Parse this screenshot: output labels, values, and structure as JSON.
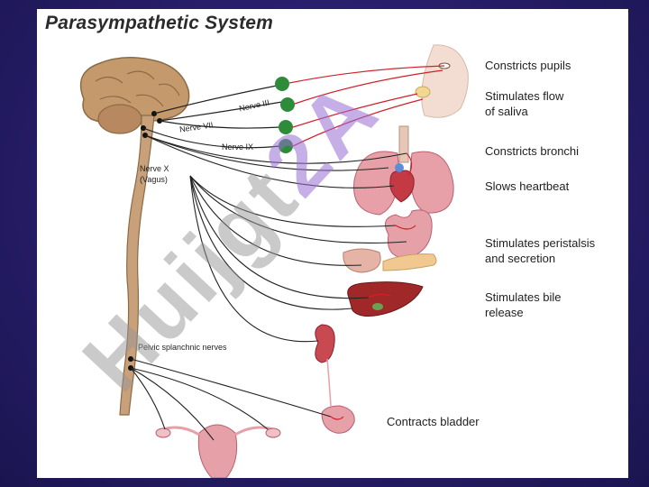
{
  "title": "Parasympathetic System",
  "nerves": {
    "nerve3": "Nerve III",
    "nerve7": "Nerve VII",
    "nerve9": "Nerve IX",
    "nerve10_line1": "Nerve X",
    "nerve10_line2": "(Vagus)",
    "pelvic": "Pelvic splanchnic nerves"
  },
  "effects": {
    "pupils": "Constricts pupils",
    "saliva_line1": "Stimulates flow",
    "saliva_line2": "of saliva",
    "bronchi": "Constricts bronchi",
    "heart": "Slows heartbeat",
    "peristalsis_line1": "Stimulates peristalsis",
    "peristalsis_line2": "and secretion",
    "bile_line1": "Stimulates bile",
    "bile_line2": "release",
    "bladder": "Contracts bladder"
  },
  "watermark": {
    "main": "Huijgt",
    "accent": "2A"
  },
  "colors": {
    "background": "#2a1f6e",
    "nerve_red": "#d2202a",
    "ganglion_green": "#2e8b3a",
    "brain": "#c49a6c",
    "organ_pink": "#e8a0a8",
    "liver": "#a02828"
  }
}
